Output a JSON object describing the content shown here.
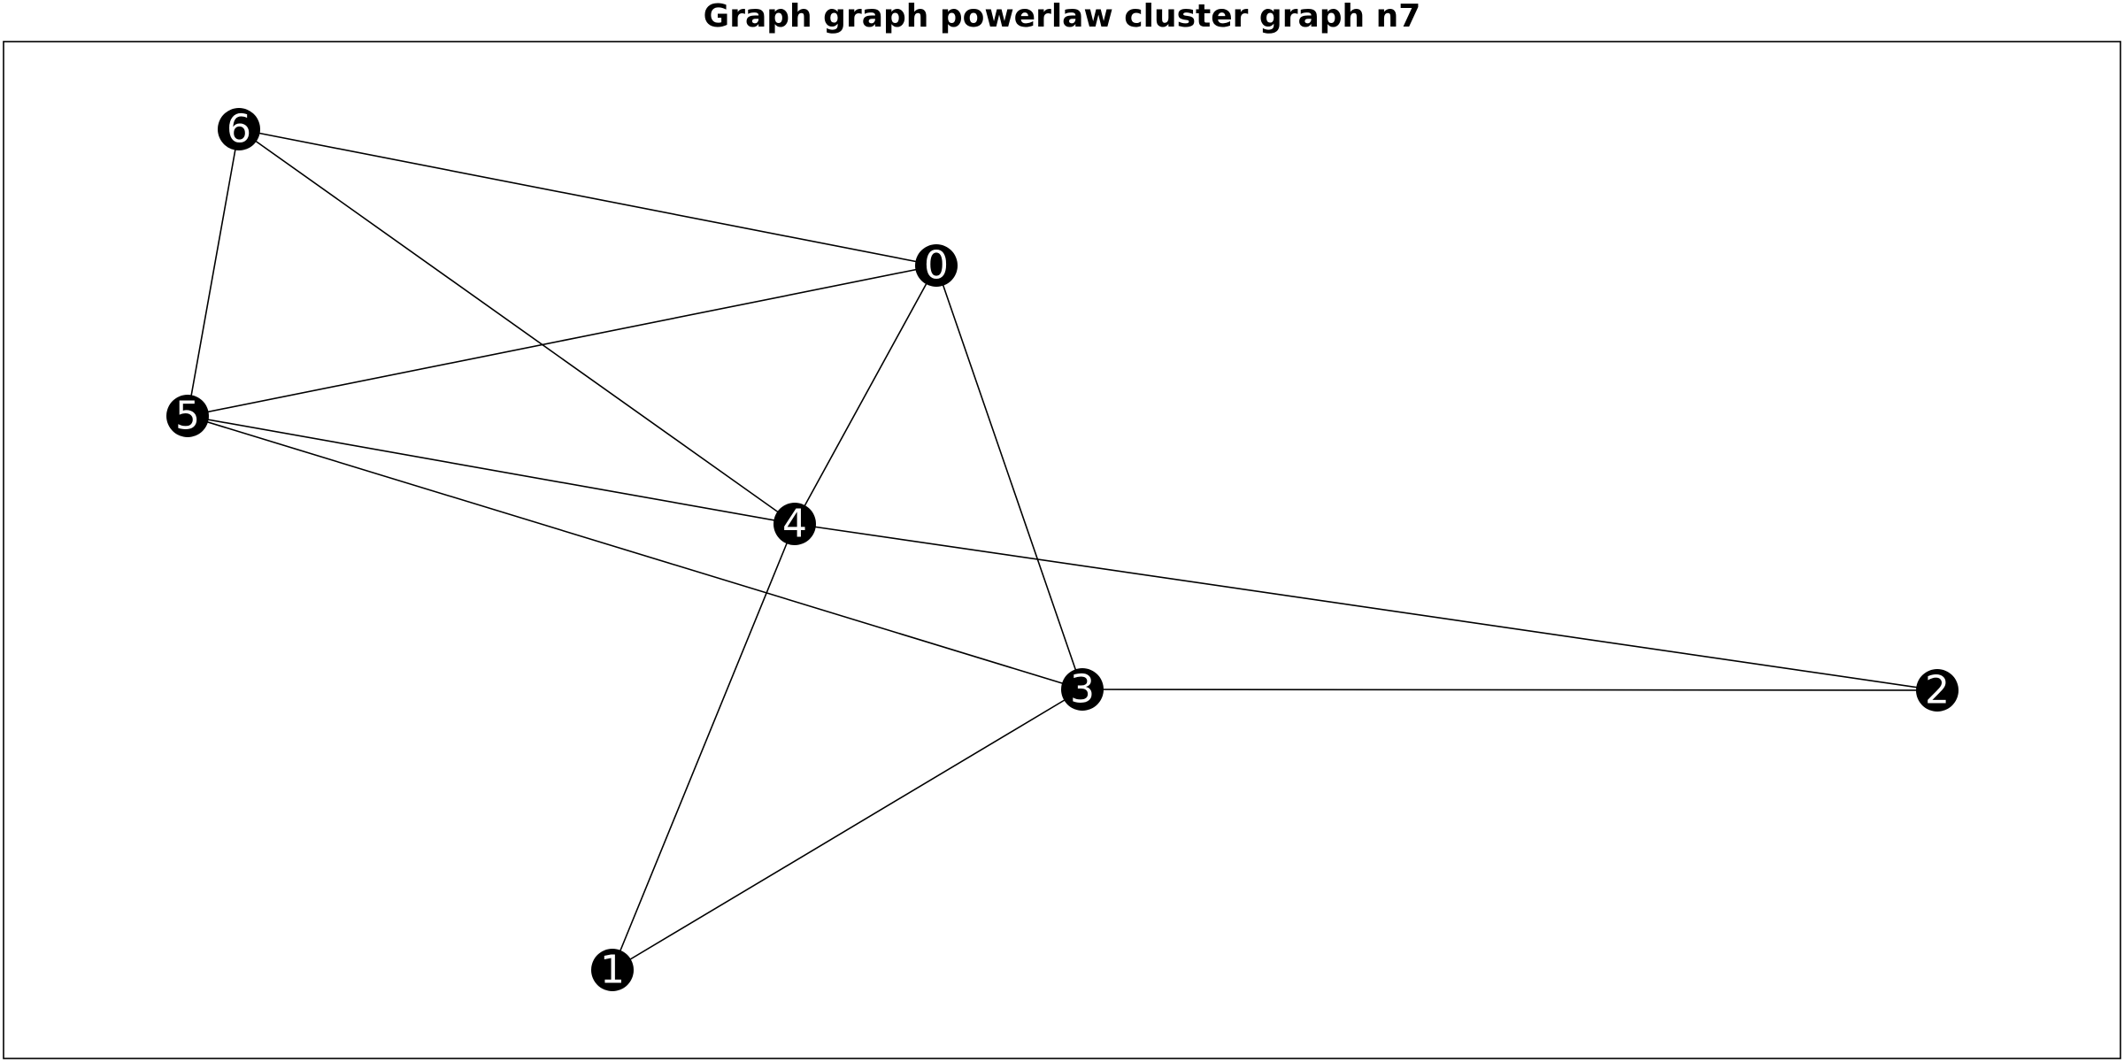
{
  "title": "Graph graph powerlaw cluster graph n7",
  "colors": {
    "node_fill": "#000000",
    "node_label": "#ffffff",
    "edge": "#000000",
    "frame": "#000000",
    "background": "#ffffff"
  },
  "nodes": [
    {
      "id": "0",
      "label": "0"
    },
    {
      "id": "1",
      "label": "1"
    },
    {
      "id": "2",
      "label": "2"
    },
    {
      "id": "3",
      "label": "3"
    },
    {
      "id": "4",
      "label": "4"
    },
    {
      "id": "5",
      "label": "5"
    },
    {
      "id": "6",
      "label": "6"
    }
  ],
  "edges": [
    {
      "source": "6",
      "target": "0"
    },
    {
      "source": "6",
      "target": "5"
    },
    {
      "source": "6",
      "target": "4"
    },
    {
      "source": "0",
      "target": "5"
    },
    {
      "source": "0",
      "target": "4"
    },
    {
      "source": "0",
      "target": "3"
    },
    {
      "source": "5",
      "target": "4"
    },
    {
      "source": "5",
      "target": "3"
    },
    {
      "source": "4",
      "target": "2"
    },
    {
      "source": "4",
      "target": "1"
    },
    {
      "source": "3",
      "target": "2"
    },
    {
      "source": "3",
      "target": "1"
    }
  ]
}
